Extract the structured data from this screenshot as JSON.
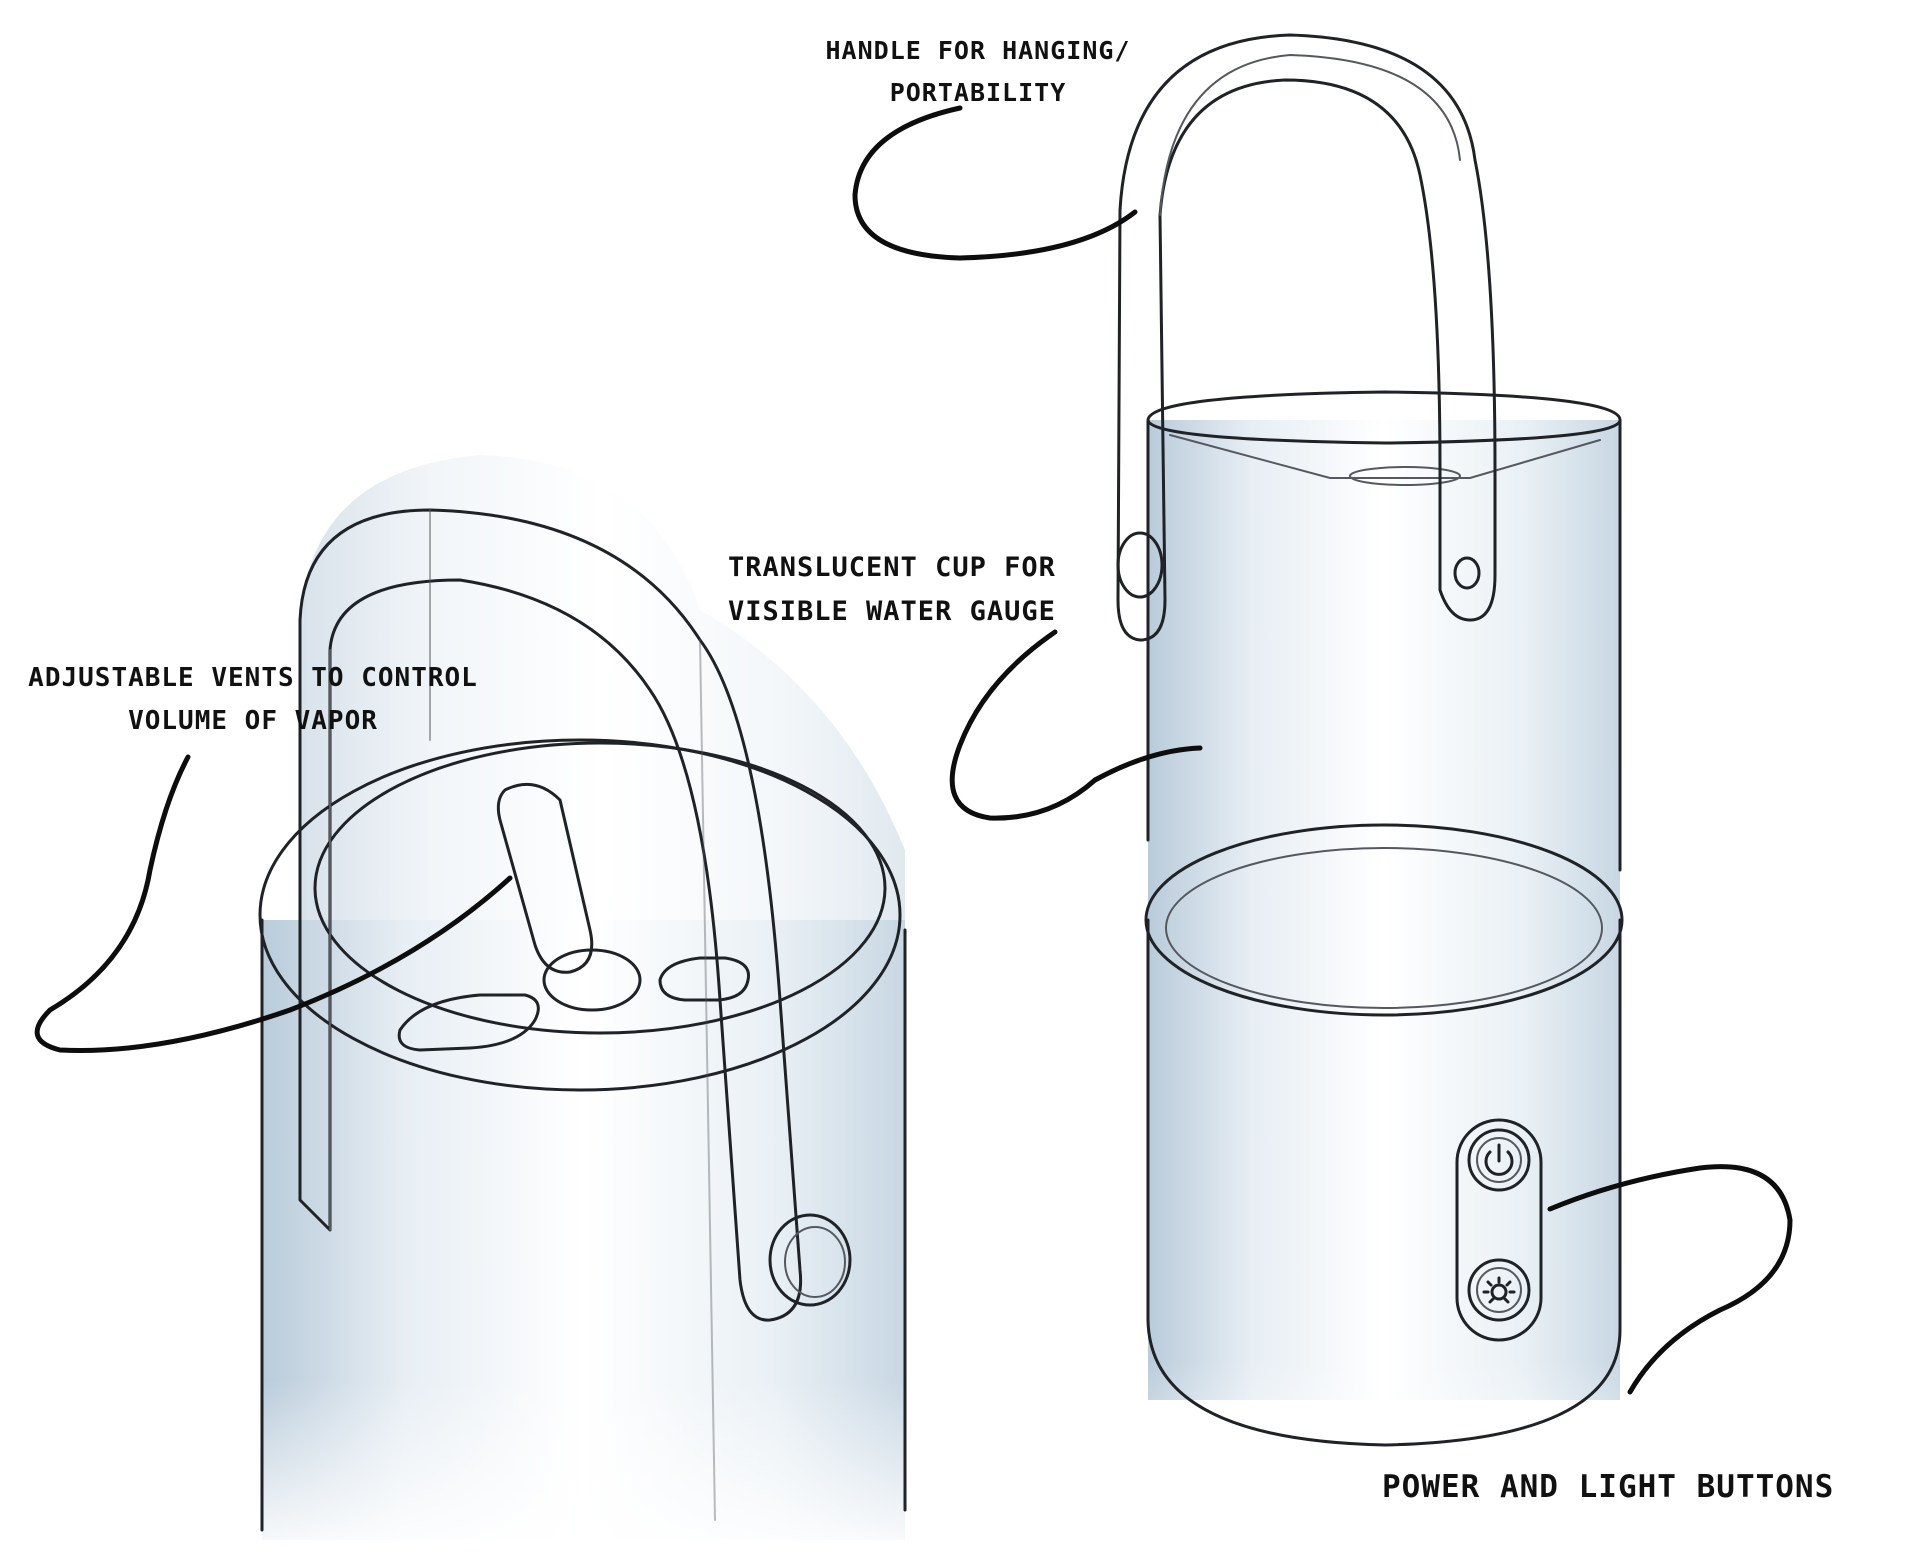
{
  "labels": {
    "handle": [
      "HANDLE FOR HANGING/",
      "PORTABILITY"
    ],
    "cup": [
      "TRANSLUCENT CUP FOR",
      "VISIBLE WATER GAUGE"
    ],
    "vents": [
      "ADJUSTABLE VENTS TO CONTROL",
      "VOLUME OF VAPOR"
    ],
    "buttons": "POWER AND LIGHT BUTTONS"
  },
  "icons": {
    "power": "power-icon",
    "light": "sun-icon"
  },
  "colors": {
    "ink": "#1f2226",
    "leader": "#0d0d0d",
    "shade": "#c9d8e4",
    "background": "#ffffff"
  }
}
